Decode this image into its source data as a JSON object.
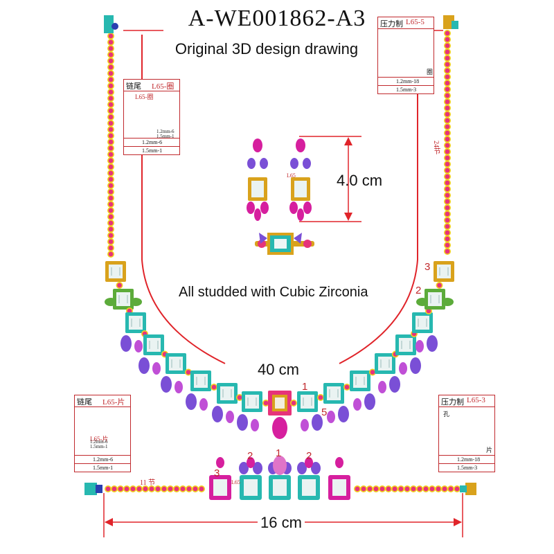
{
  "title": "A-WE001862-A3",
  "subtitle": "Original 3D design drawing",
  "earring_length": "4.0 cm",
  "necklace_length": "40 cm",
  "bracelet_length": "16 cm",
  "stone_note": "All studded with Cubic Zirconia",
  "labels": {
    "n1": "1",
    "n2a": "2",
    "n3a": "3",
    "n5": "5",
    "b1": "1",
    "b2a": "2",
    "b2b": "2",
    "b3": "3",
    "chain_24": "24节",
    "chain_11": "11 节",
    "l65_a": "L65",
    "l65_b": "L65",
    "l65_c": "L65"
  },
  "cards": {
    "top_left": {
      "a": "链尾",
      "b": "L65-圈",
      "r1": "1.2mm-6",
      "r2": "1.5mm-1",
      "inner": "L65-圈",
      "s1": "1.2mm-6",
      "s2": "1.5mm-1"
    },
    "top_right": {
      "a": "压力制",
      "b": "L65-5",
      "r1": "1.2mm-18",
      "r2": "1.5mm-3",
      "side": "圈"
    },
    "bottom_left": {
      "a": "链尾",
      "b": "L65-片",
      "r1": "1.2mm-6",
      "r2": "1.5mm-1",
      "inner": "L65-片",
      "s1": "1.2mm-6",
      "s2": "1.5mm-1"
    },
    "bottom_right": {
      "a": "压力制",
      "b": "L65-3",
      "r1": "1.2mm-18",
      "r2": "1.5mm-3",
      "k": "孔",
      "p": "片"
    }
  },
  "colors": {
    "red_line": "#e0242a",
    "chain_pink": "#e6337a",
    "chain_yellow": "#f2d21e",
    "teal": "#27b8b0",
    "purple": "#7a4fd6",
    "green": "#5cab3a",
    "gold": "#d9a21c",
    "magenta": "#d61f9e"
  }
}
